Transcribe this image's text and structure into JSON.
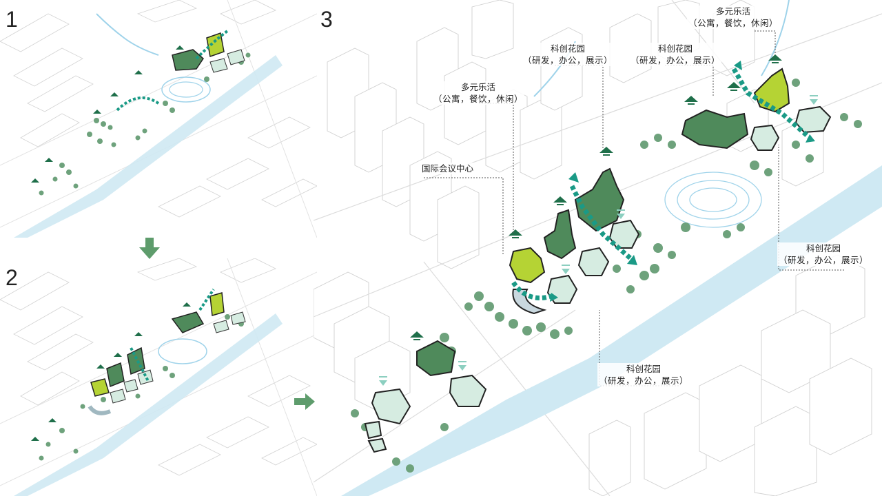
{
  "steps": [
    {
      "number": "1"
    },
    {
      "number": "2"
    },
    {
      "number": "3"
    }
  ],
  "labels": {
    "multi_life_top": {
      "title": "多元乐活",
      "sub": "（公寓，餐饮，休闲）"
    },
    "innovation_top_center": {
      "title": "科创花园",
      "sub": "（研发，办公，展示）"
    },
    "innovation_top_right": {
      "title": "科创花园",
      "sub": "（研发，办公，展示）"
    },
    "multi_life_mid": {
      "title": "多元乐活",
      "sub": "（公寓，餐饮，休闲）"
    },
    "conference_center": {
      "title": "国际会议中心"
    },
    "innovation_right": {
      "title": "科创花园",
      "sub": "（研发，办公，展示）"
    },
    "innovation_bottom": {
      "title": "科创花园",
      "sub": "（研发，办公，展示）"
    }
  },
  "icons": {
    "down_arrow": "down-arrow-icon",
    "right_arrow": "right-arrow-icon",
    "up_marker": "up-triangle-icon",
    "down_marker": "down-triangle-icon"
  },
  "colors": {
    "dark_green": "#4f8a5b",
    "light_green": "#b5d334",
    "pale_teal": "#d6ece1",
    "flow_teal": "#1a9a86",
    "water": "#cfe9f3",
    "arrow_green": "#5e9c6c",
    "tree": "#6ea27c",
    "building_line": "#cfcfcf"
  }
}
